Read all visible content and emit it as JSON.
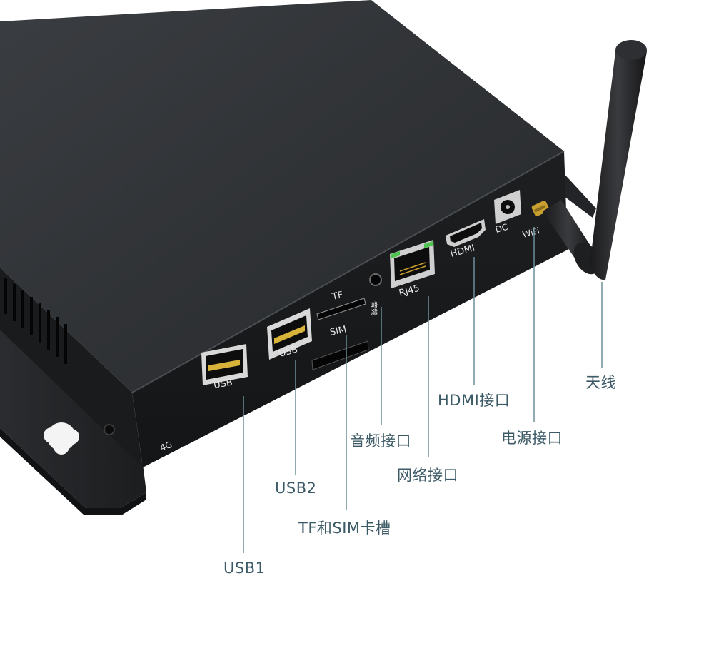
{
  "device_labels": {
    "tf": "TF",
    "sim": "SIM",
    "usb_a": "USB",
    "usb_b": "USB",
    "audio": "音频",
    "rj45": "RJ45",
    "hdmi": "HDMI",
    "dc": "DC",
    "wifi": "WiFi",
    "lte": "4G"
  },
  "callouts": {
    "antenna": "天线",
    "hdmi": "HDMI接口",
    "power": "电源接口",
    "audio": "音频接口",
    "network": "网络接口",
    "usb2": "USB2",
    "tf_sim": "TF和SIM卡槽",
    "usb1": "USB1"
  },
  "colors": {
    "line": "#6d8e99",
    "text": "#3c5a66",
    "body": "#2b2d30",
    "usb_tongue": "#d8b33a",
    "rj45_led": "#4fc24f"
  }
}
